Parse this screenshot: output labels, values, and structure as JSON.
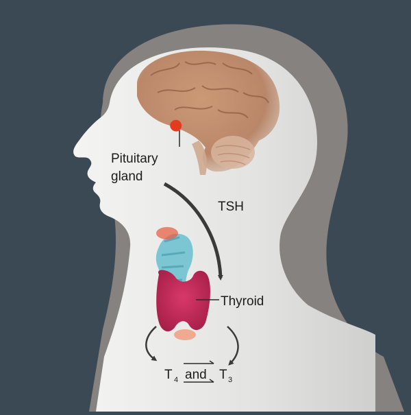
{
  "colors": {
    "background": "#3b4954",
    "hair_shadow": "#8a8682",
    "skin": "#e6e6e4",
    "brain": "#b9805e",
    "pituitary": "#e23b1e",
    "thyroid": "#c42a58",
    "trachea": "#7cc6d4",
    "arrow": "#3a3a3a"
  },
  "labels": {
    "pituitary_line1": "Pituitary",
    "pituitary_line2": "gland",
    "tsh": "TSH",
    "thyroid": "Thyroid",
    "t4_base": "T",
    "t4_sub": "4",
    "and": "and",
    "t3_base": "T",
    "t3_sub": "3"
  },
  "icons": [
    "head-silhouette-icon",
    "brain-icon",
    "pituitary-gland-icon",
    "thyroid-gland-icon",
    "trachea-icon",
    "curved-arrow-icon",
    "equilibrium-arrows-icon"
  ]
}
